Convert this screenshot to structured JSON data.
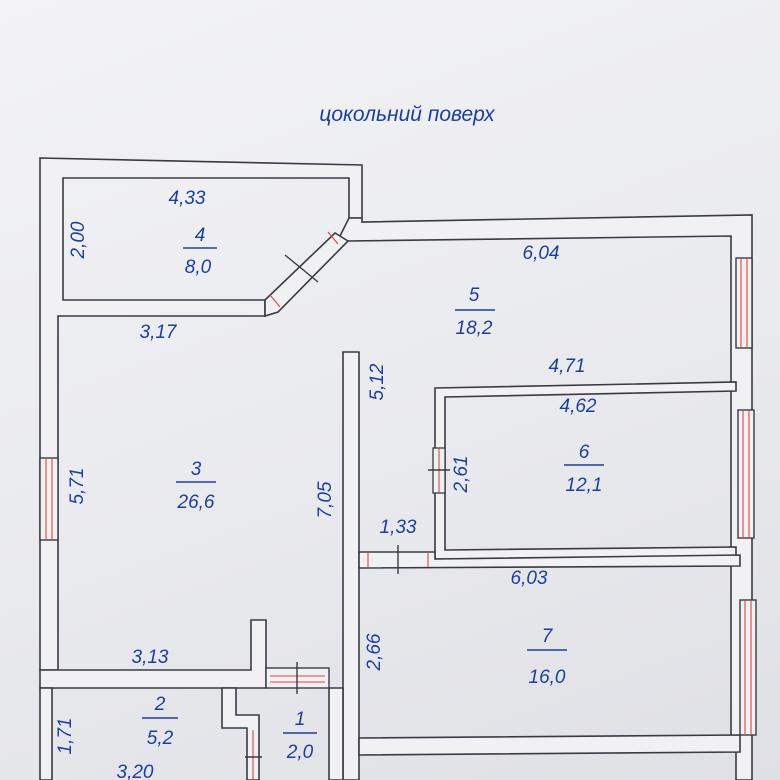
{
  "title": "цокольний поверх",
  "colors": {
    "ink": "#1d3f9a",
    "wall": "#3a3a44",
    "window": "#d9463f"
  },
  "rooms": [
    {
      "id": "4",
      "number": "4",
      "area": "8,0"
    },
    {
      "id": "5",
      "number": "5",
      "area": "18,2"
    },
    {
      "id": "3",
      "number": "3",
      "area": "26,6"
    },
    {
      "id": "6",
      "number": "6",
      "area": "12,1"
    },
    {
      "id": "7",
      "number": "7",
      "area": "16,0"
    },
    {
      "id": "2",
      "number": "2",
      "area": "5,2"
    },
    {
      "id": "1",
      "number": "1",
      "area": "2,0"
    }
  ],
  "dimensions": [
    "4,33",
    "2,00",
    "6,04",
    "3,17",
    "5,12",
    "4,71",
    "4,62",
    "2,61",
    "5,71",
    "7,05",
    "1,33",
    "6,03",
    "2,66",
    "3,13",
    "1,71",
    "3,20"
  ]
}
